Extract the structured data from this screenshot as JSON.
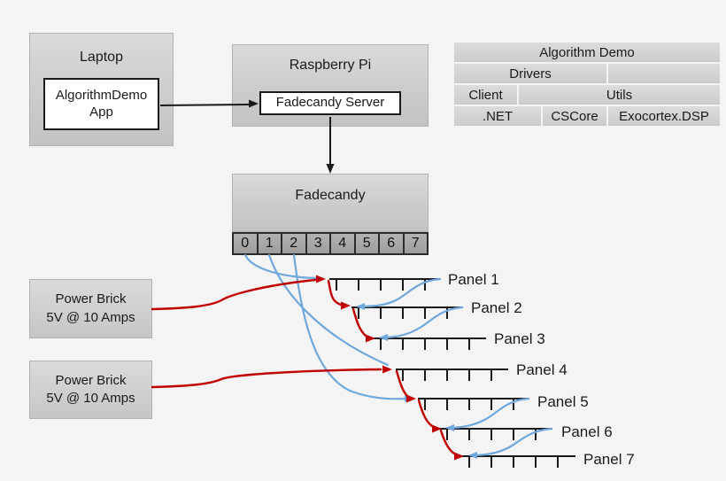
{
  "laptop": {
    "title": "Laptop",
    "app_label": "AlgorithmDemo App"
  },
  "raspberry_pi": {
    "title": "Raspberry Pi",
    "server_label": "Fadecandy Server"
  },
  "fadecandy": {
    "title": "Fadecandy",
    "ports": [
      "0",
      "1",
      "2",
      "3",
      "4",
      "5",
      "6",
      "7"
    ]
  },
  "algorithm_demo_table": {
    "title": "Algorithm Demo",
    "drivers": "Drivers",
    "client": "Client",
    "utils": "Utils",
    "net": ".NET",
    "cscore": "CSCore",
    "exocortex": "Exocortex.DSP"
  },
  "power_brick_1": {
    "line1": "Power Brick",
    "line2": "5V @ 10 Amps"
  },
  "power_brick_2": {
    "line1": "Power Brick",
    "line2": "5V @ 10 Amps"
  },
  "panels": [
    "Panel 1",
    "Panel 2",
    "Panel 3",
    "Panel 4",
    "Panel 5",
    "Panel 6",
    "Panel 7"
  ],
  "colors": {
    "data_wire": "#6fa8dc",
    "power_wire": "#c00000",
    "arrow": "#1a1a1a"
  }
}
